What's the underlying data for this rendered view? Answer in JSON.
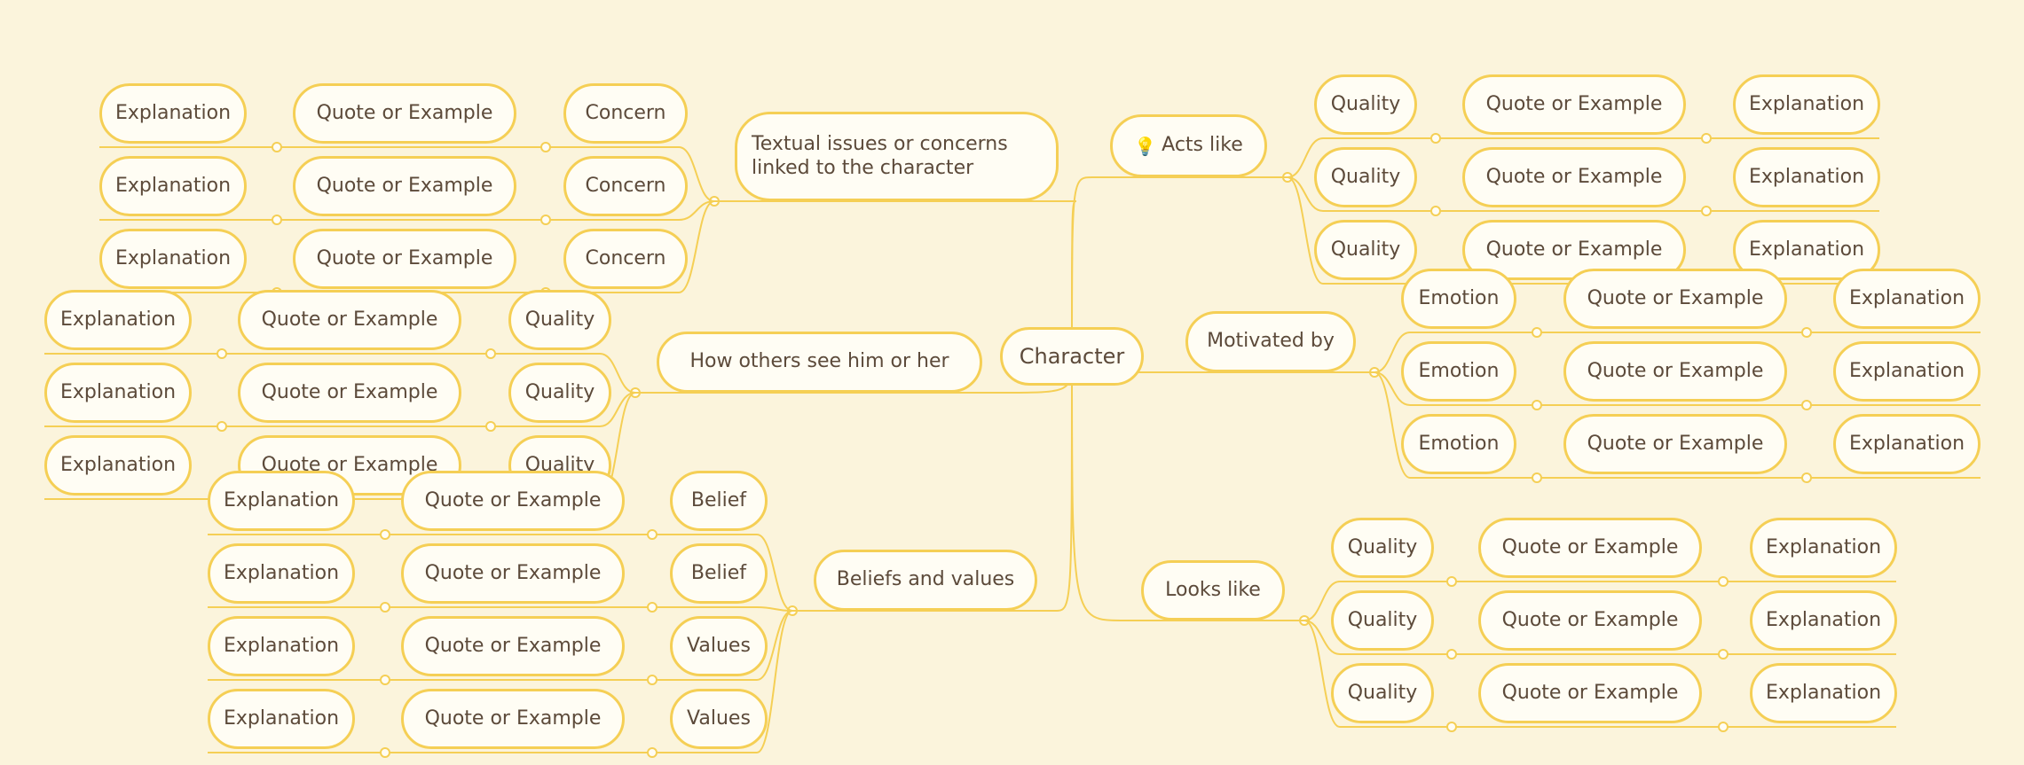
{
  "central": "Character",
  "topics": {
    "acts_like": {
      "label": "Acts like",
      "icon": "lightbulb-icon"
    },
    "motivated_by": {
      "label": "Motivated by"
    },
    "looks_like": {
      "label": "Looks like"
    },
    "textual_issues": {
      "label": "Textual issues or concerns linked to the character"
    },
    "how_others_see": {
      "label": "How others see him or her"
    },
    "beliefs_values": {
      "label": "Beliefs and values"
    }
  },
  "rows": {
    "acts_like": [
      [
        "Quality",
        "Quote or Example",
        "Explanation"
      ],
      [
        "Quality",
        "Quote or Example",
        "Explanation"
      ],
      [
        "Quality",
        "Quote or Example",
        "Explanation"
      ]
    ],
    "motivated_by": [
      [
        "Emotion",
        "Quote or Example",
        "Explanation"
      ],
      [
        "Emotion",
        "Quote or Example",
        "Explanation"
      ],
      [
        "Emotion",
        "Quote or Example",
        "Explanation"
      ]
    ],
    "looks_like": [
      [
        "Quality",
        "Quote or Example",
        "Explanation"
      ],
      [
        "Quality",
        "Quote or Example",
        "Explanation"
      ],
      [
        "Quality",
        "Quote or Example",
        "Explanation"
      ]
    ],
    "textual_issues": [
      [
        "Concern",
        "Quote or Example",
        "Explanation"
      ],
      [
        "Concern",
        "Quote or Example",
        "Explanation"
      ],
      [
        "Concern",
        "Quote or Example",
        "Explanation"
      ]
    ],
    "how_others_see": [
      [
        "Quality",
        "Quote or Example",
        "Explanation"
      ],
      [
        "Quality",
        "Quote or Example",
        "Explanation"
      ],
      [
        "Quality",
        "Quote or Example",
        "Explanation"
      ]
    ],
    "beliefs_values": [
      [
        "Belief",
        "Quote or Example",
        "Explanation"
      ],
      [
        "Belief",
        "Quote or Example",
        "Explanation"
      ],
      [
        "Values",
        "Quote or Example",
        "Explanation"
      ],
      [
        "Values",
        "Quote or Example",
        "Explanation"
      ]
    ]
  },
  "colors": {
    "background": "#fbf4dc",
    "border": "#f5cf55",
    "text": "#5c4a3a",
    "fill": "#fffdf4"
  }
}
